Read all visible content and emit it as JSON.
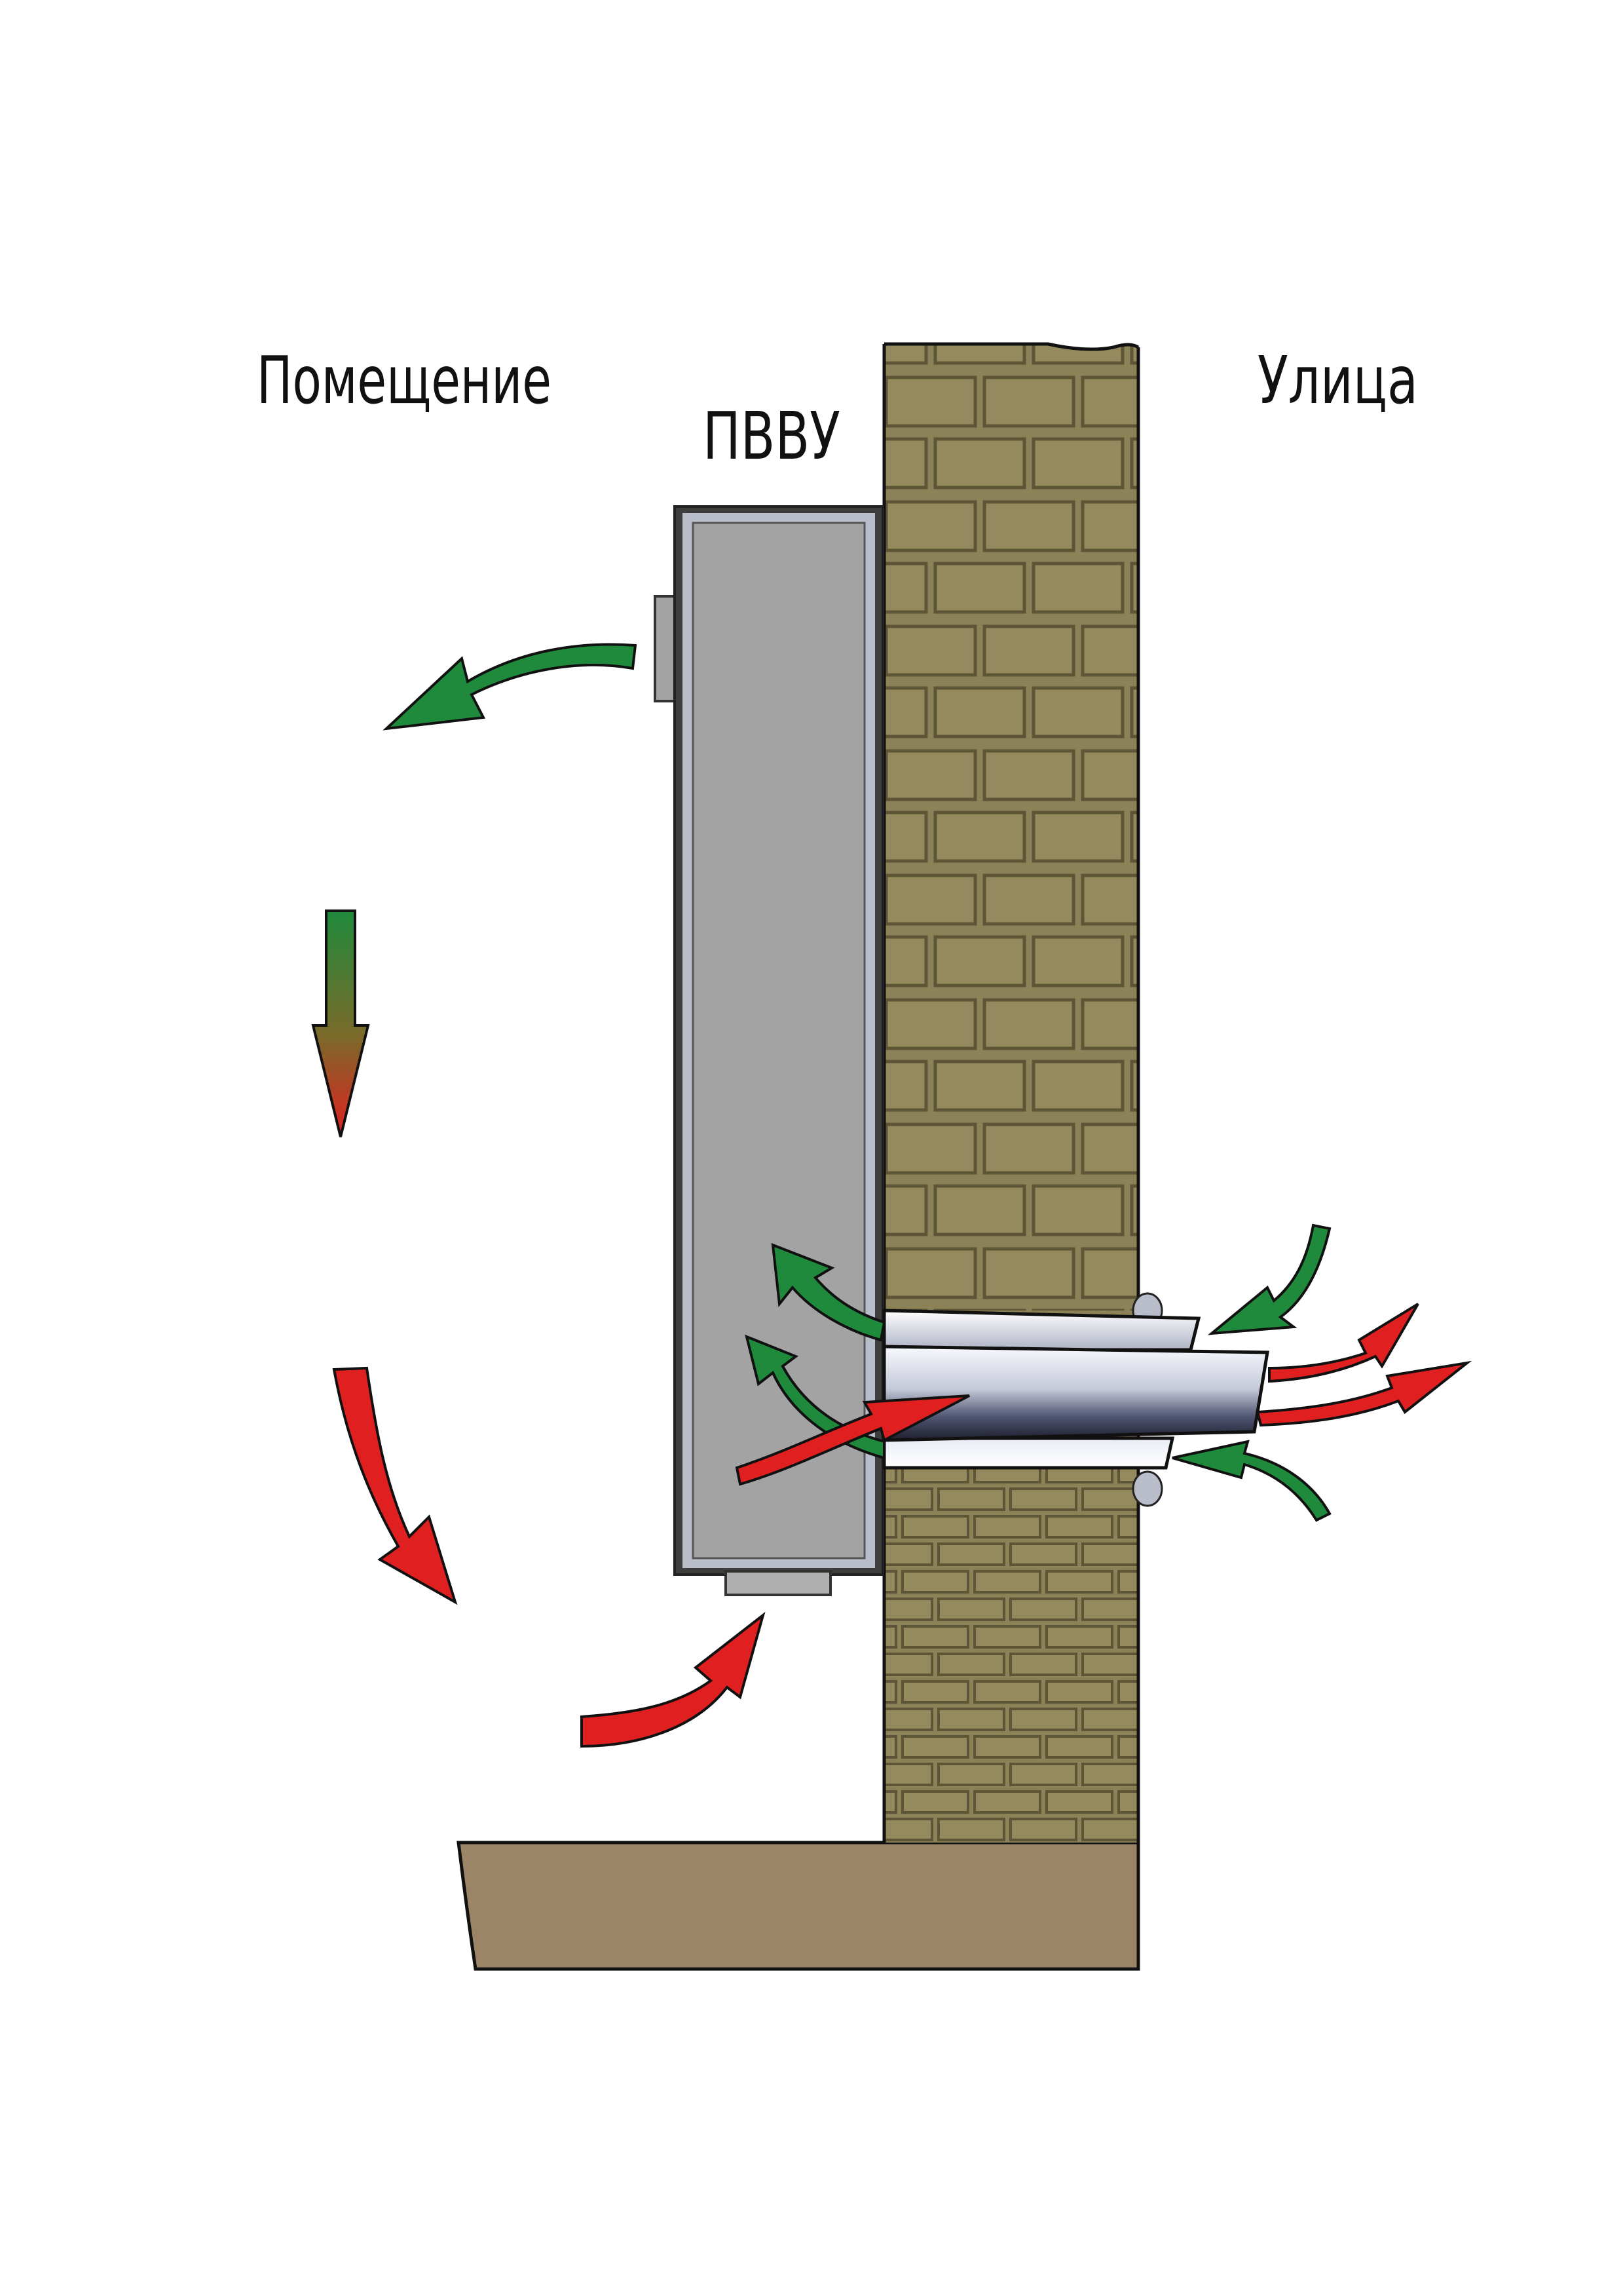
{
  "labels": {
    "room": "Помещение",
    "unit": "ПВВУ",
    "street": "Улица"
  },
  "colors": {
    "supply_air": "#1f8a3c",
    "exhaust_air": "#e02020",
    "brick_fill": "#8c8257",
    "brick_mortar": "#5d5636",
    "floor": "#9b8566",
    "unit_body": "#a3a3a3",
    "unit_frame": "#3d3d3d",
    "duct_light": "#f4f6fb",
    "duct_dark": "#1d1f2d"
  },
  "icons": {
    "supply_arrow": "curved-arrow-green",
    "exhaust_arrow": "curved-arrow-red",
    "transition_arrow": "straight-arrow-green-to-red"
  }
}
